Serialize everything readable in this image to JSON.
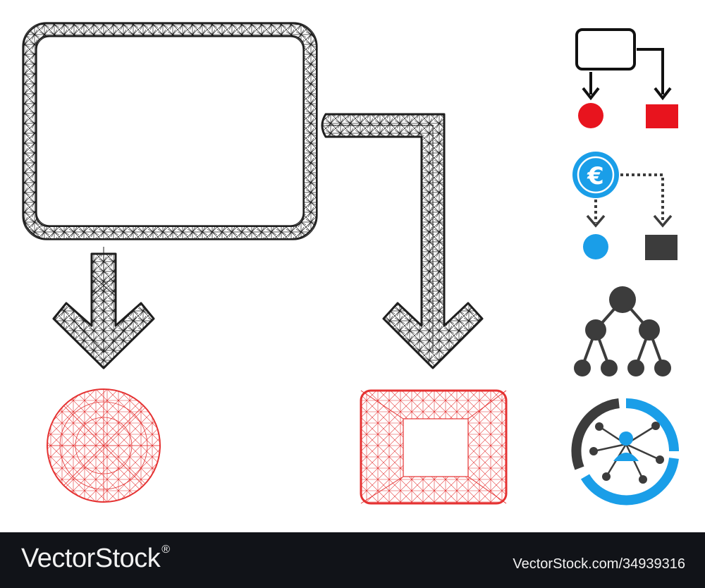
{
  "colors": {
    "mesh_black": "#2a2a2a",
    "mesh_red": "#e53232",
    "icon_black": "#111111",
    "icon_red": "#e8141e",
    "icon_blue": "#1a9ee8",
    "icon_gray": "#3c3c3c",
    "footer_bg": "#111318"
  },
  "icons": [
    {
      "name": "flowchart-icon",
      "style": "red-black"
    },
    {
      "name": "euro-flowchart-icon",
      "style": "blue-gray",
      "symbol": "€"
    },
    {
      "name": "hierarchy-tree-icon",
      "style": "gray"
    },
    {
      "name": "user-network-diagram-icon",
      "style": "blue-gray"
    }
  ],
  "footer": {
    "brand": "VectorStock",
    "trademark": "®",
    "url": "VectorStock.com/34939316"
  }
}
